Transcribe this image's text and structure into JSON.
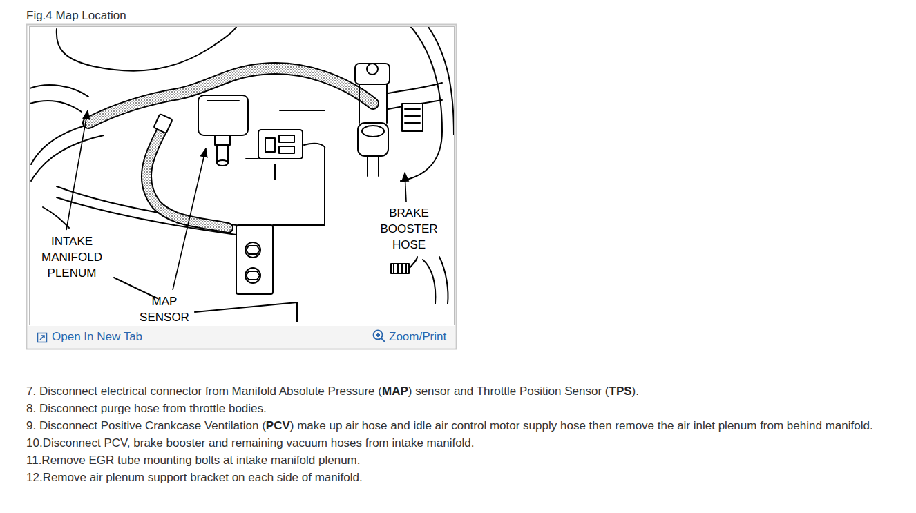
{
  "diagram": {
    "title": "Fig.4 Map Location",
    "labels": [
      "INTAKE MANIFOLD PLENUM",
      "MAP SENSOR",
      "BRAKE BOOSTER HOSE",
      "Open In New Tab",
      "Zoom/Print",
      "7. Disconnect electrical connector from Manifold Absolute Pressure (MAP) sensor and Throttle Position Sensor (TPS).",
      "8. Disconnect purge hose from throttle bodies.",
      "9. Disconnect Positive Crankcase Ventilation (PCV) make up air hose and idle air control motor supply hose then remove the air inlet plenum from behind manifold.",
      "10.Disconnect PCV, brake booster and remaining vacuum hoses from intake manifold.",
      "11.Remove EGR tube mounting bolts at intake manifold plenum.",
      "12.Remove air plenum support bracket on each side of manifold."
    ]
  }
}
